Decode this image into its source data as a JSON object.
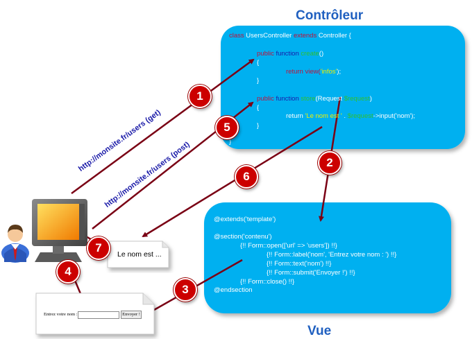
{
  "titles": {
    "controller": "Contrôleur",
    "view": "Vue"
  },
  "controller_code": {
    "line1_class": "class",
    "line1_name": " UsersController ",
    "line1_extends": "extends",
    "line1_parent": " Controller {",
    "m1_public": "public",
    "m1_function": " function ",
    "m1_name": "create",
    "m1_args": "()",
    "brace_open": "{",
    "m1_return": "return view(",
    "m1_view": "'infos'",
    "m1_end": ");",
    "brace_close": "}",
    "m2_public": "public",
    "m2_function": " function ",
    "m2_name": "store",
    "m2_args_a": "(Request ",
    "m2_var": "$request",
    "m2_args_b": ")",
    "m2_return": "return ",
    "m2_string": "'Le nom est '",
    "m2_concat": " . ",
    "m2_var2": "$request",
    "m2_call": "->input('nom');",
    "class_close": "}"
  },
  "view_code": {
    "l1": "@extends('template')",
    "l2": "@section('contenu')",
    "l3": "{!! Form::open(['url' => 'users']) !!}",
    "l4": "{!! Form::label('nom', 'Entrez votre nom : ') !!}",
    "l5": "{!! Form::text('nom') !!}",
    "l6": "{!! Form::submit('Envoyer !') !!}",
    "l7": "{!! Form::close() !!}",
    "l8": "@endsection"
  },
  "urls": {
    "get": "http://monsite.fr/users (get)",
    "post": "http://monsite.fr/users (post)"
  },
  "steps": [
    "1",
    "2",
    "3",
    "4",
    "5",
    "6",
    "7"
  ],
  "response_note": "Le nom est ...",
  "form": {
    "label": "Entrez votre nom :",
    "button": "Envoyer !"
  },
  "colors": {
    "bubble": "#00b0f0",
    "arrow": "#7a0014",
    "badge": "#cc0000",
    "title": "#2060c0"
  },
  "icons": [
    "user-icon",
    "monitor-icon",
    "document-icon"
  ]
}
